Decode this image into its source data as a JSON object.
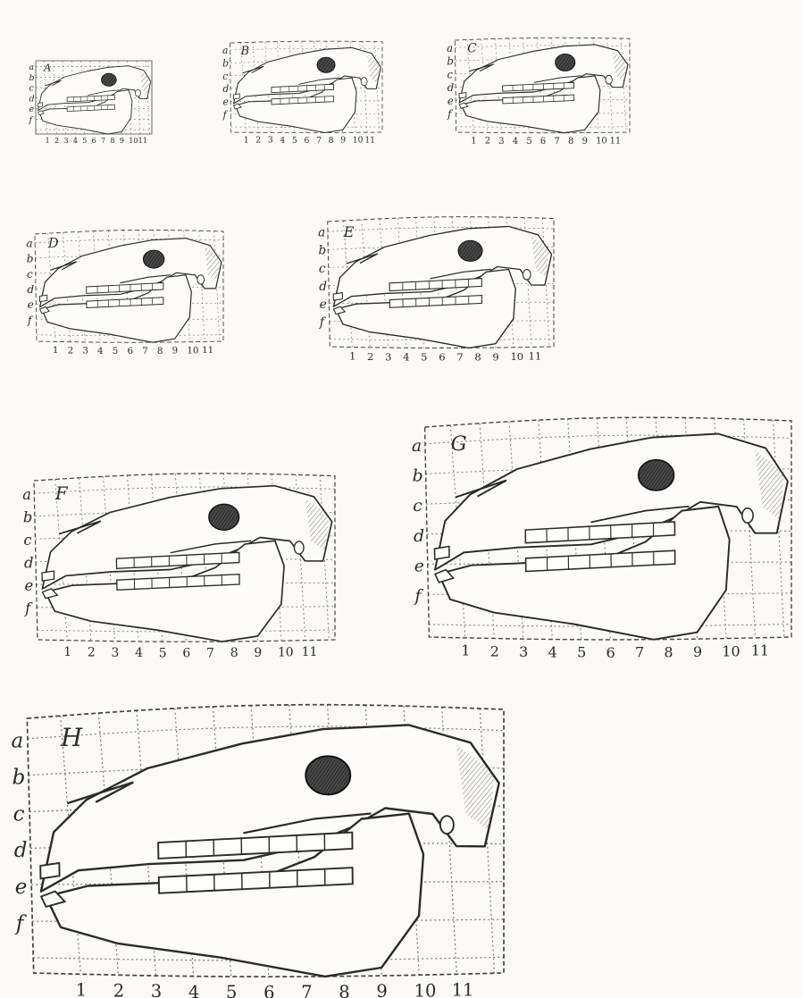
{
  "panels": [
    {
      "id": "A",
      "letter": "A",
      "row_labels": [
        "a",
        "b",
        "c",
        "d",
        "e",
        "f"
      ],
      "col_labels": [
        "1",
        "2",
        "3",
        "4",
        "5",
        "6",
        "7",
        "8",
        "9",
        "10",
        "11"
      ]
    },
    {
      "id": "B",
      "letter": "B",
      "row_labels": [
        "a",
        "b",
        "c",
        "d",
        "e",
        "f"
      ],
      "col_labels": [
        "1",
        "2",
        "3",
        "4",
        "5",
        "6",
        "7",
        "8",
        "9",
        "10",
        "11"
      ]
    },
    {
      "id": "C",
      "letter": "C",
      "row_labels": [
        "a",
        "b",
        "c",
        "d",
        "e",
        "f"
      ],
      "col_labels": [
        "1",
        "2",
        "3",
        "4",
        "5",
        "6",
        "7",
        "8",
        "9",
        "10",
        "11"
      ]
    },
    {
      "id": "D",
      "letter": "D",
      "row_labels": [
        "a",
        "b",
        "c",
        "d",
        "e",
        "f"
      ],
      "col_labels": [
        "1",
        "2",
        "3",
        "4",
        "5",
        "6",
        "7",
        "8",
        "9",
        "10",
        "11"
      ]
    },
    {
      "id": "E",
      "letter": "E",
      "row_labels": [
        "a",
        "b",
        "c",
        "d",
        "e",
        "f"
      ],
      "col_labels": [
        "1",
        "2",
        "3",
        "4",
        "5",
        "6",
        "7",
        "8",
        "9",
        "10",
        "11"
      ]
    },
    {
      "id": "F",
      "letter": "F",
      "row_labels": [
        "a",
        "b",
        "c",
        "d",
        "e",
        "f"
      ],
      "col_labels": [
        "1",
        "2",
        "3",
        "4",
        "5",
        "6",
        "7",
        "8",
        "9",
        "10",
        "11"
      ]
    },
    {
      "id": "G",
      "letter": "G",
      "row_labels": [
        "a",
        "b",
        "c",
        "d",
        "e",
        "f"
      ],
      "col_labels": [
        "1",
        "2",
        "3",
        "4",
        "5",
        "6",
        "7",
        "8",
        "9",
        "10",
        "11"
      ]
    },
    {
      "id": "H",
      "letter": "H",
      "row_labels": [
        "a",
        "b",
        "c",
        "d",
        "e",
        "f"
      ],
      "col_labels": [
        "1",
        "2",
        "3",
        "4",
        "5",
        "6",
        "7",
        "8",
        "9",
        "10",
        "11"
      ]
    }
  ],
  "colors": {
    "ink": "#2b2b2b",
    "paper": "#fbfaf6",
    "shade": "#3a3a3a"
  }
}
